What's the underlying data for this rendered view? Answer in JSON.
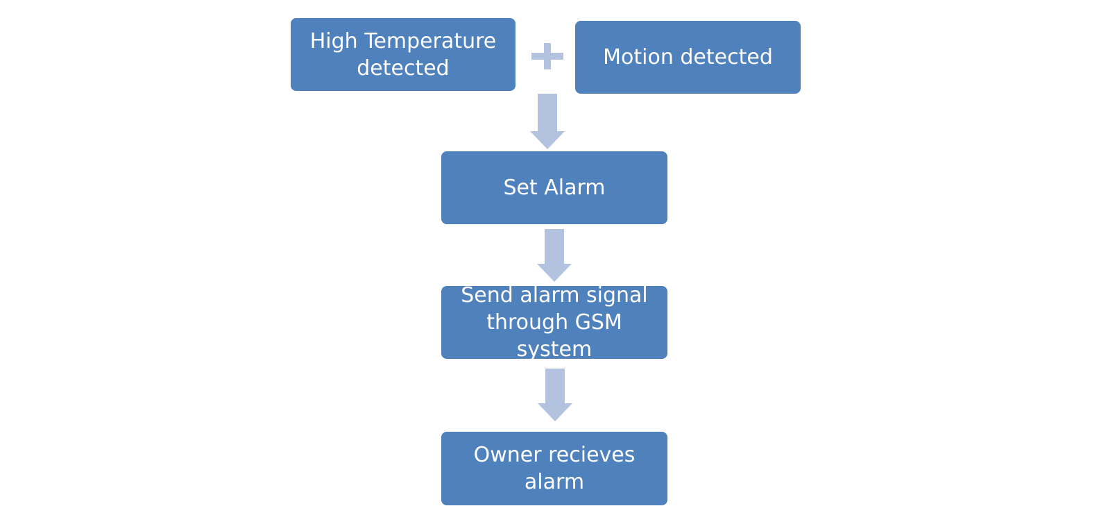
{
  "colors": {
    "box_fill": "#4f81bd",
    "box_text": "#ffffff",
    "connector": "#b3c3df",
    "background": "#ffffff"
  },
  "nodes": {
    "high_temperature": "High Temperature\ndetected",
    "motion": "Motion detected",
    "set_alarm": "Set Alarm",
    "send_signal": "Send alarm signal\nthrough GSM system",
    "owner_receives": "Owner recieves\nalarm"
  },
  "connectors": [
    {
      "from": "high_temperature",
      "to": "motion",
      "type": "plus"
    },
    {
      "from": "high_temperature + motion",
      "to": "set_alarm",
      "type": "arrow"
    },
    {
      "from": "set_alarm",
      "to": "send_signal",
      "type": "arrow"
    },
    {
      "from": "send_signal",
      "to": "owner_receives",
      "type": "arrow"
    }
  ]
}
